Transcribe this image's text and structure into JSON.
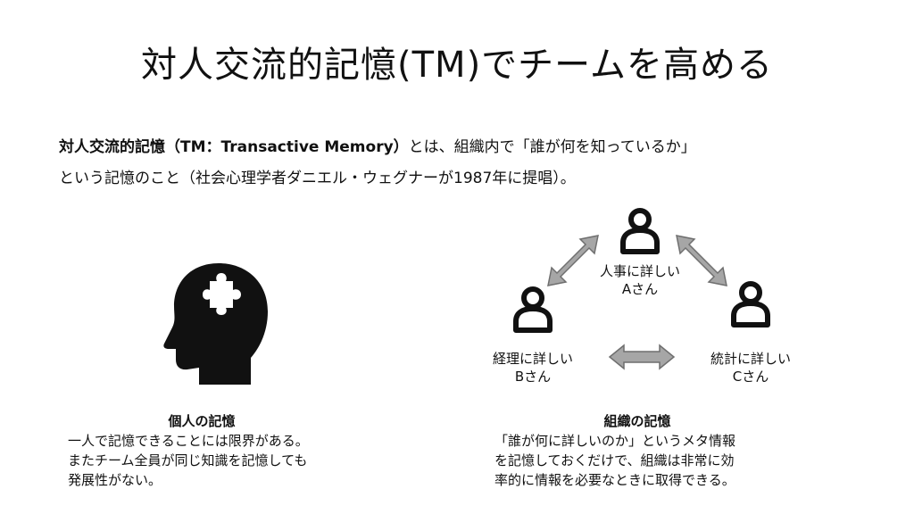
{
  "title": "対人交流的記憶(TM)でチームを高める",
  "intro": {
    "line1_bold": "対人交流的記憶（TM：Transactive Memory）",
    "line1_rest": "とは、組織内で「誰が何を知っているか」",
    "line2": "という記憶のこと（社会心理学者ダニエル・ウェグナーが1987年に提唱）。"
  },
  "icons": {
    "head": "head-puzzle-icon",
    "person": "person-icon",
    "arrow": "double-arrow-icon"
  },
  "people": {
    "a": {
      "line1": "人事に詳しい",
      "line2": "Aさん"
    },
    "b": {
      "line1": "経理に詳しい",
      "line2": "Bさん"
    },
    "c": {
      "line1": "統計に詳しい",
      "line2": "Cさん"
    }
  },
  "individual": {
    "title": "個人の記憶",
    "lines": [
      "一人で記憶できることには限界がある。",
      "またチーム全員が同じ知識を記憶しても",
      "発展性がない。"
    ]
  },
  "organization": {
    "title": "組織の記憶",
    "lines": [
      "「誰が何に詳しいのか」というメタ情報",
      "を記憶しておくだけで、組織は非常に効",
      "率的に情報を必要なときに取得できる。"
    ]
  },
  "colors": {
    "icon": "#111111",
    "arrow_fill": "#a6a6a6",
    "arrow_stroke": "#6f6f6f"
  }
}
